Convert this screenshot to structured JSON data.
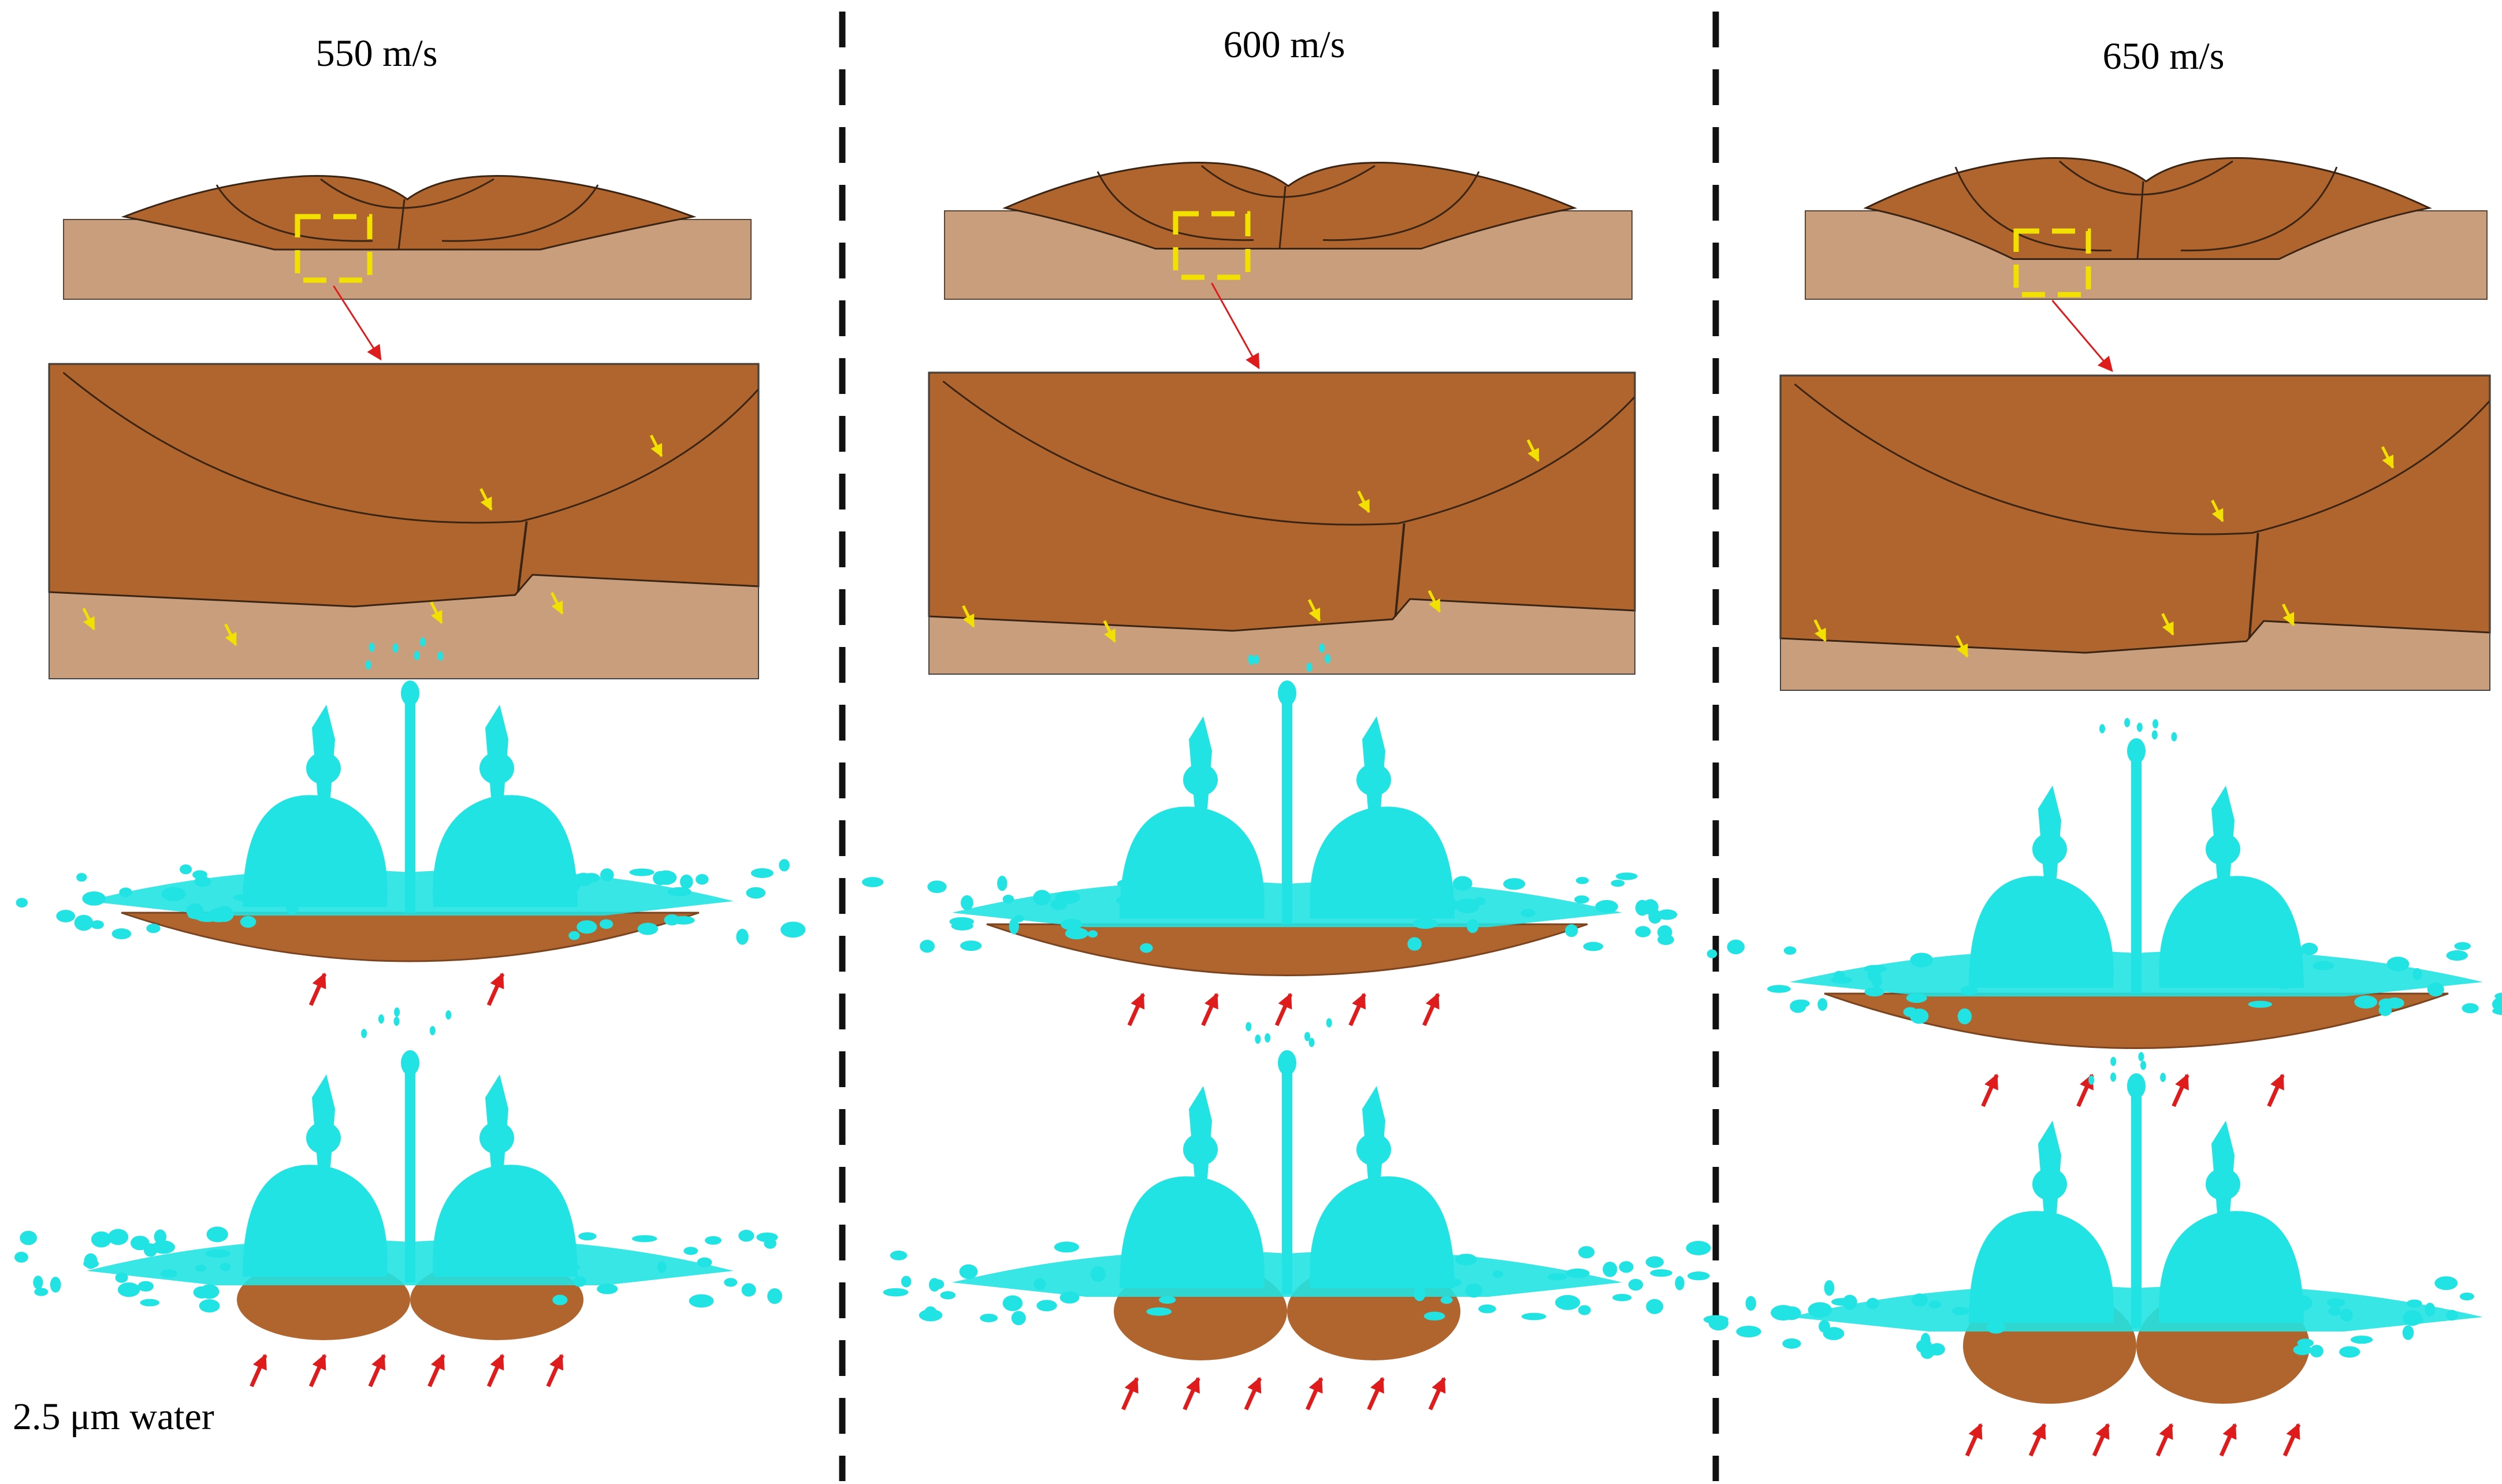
{
  "figure": {
    "columns": [
      {
        "id": "c1",
        "label": "550 m/s"
      },
      {
        "id": "c2",
        "label": "600 m/s"
      },
      {
        "id": "c3",
        "label": "650 m/s"
      }
    ],
    "note": "2.5 μm water"
  },
  "colors": {
    "splat": "#b0652e",
    "splat_edge": "#3a2414",
    "substrate": "#c99e7c",
    "water_jet": "#22e3e3",
    "marker_box": "#f2e000",
    "crack_arrow": "#f2e000",
    "pointer_arrow": "#e01b1b",
    "divider": "#111111"
  }
}
